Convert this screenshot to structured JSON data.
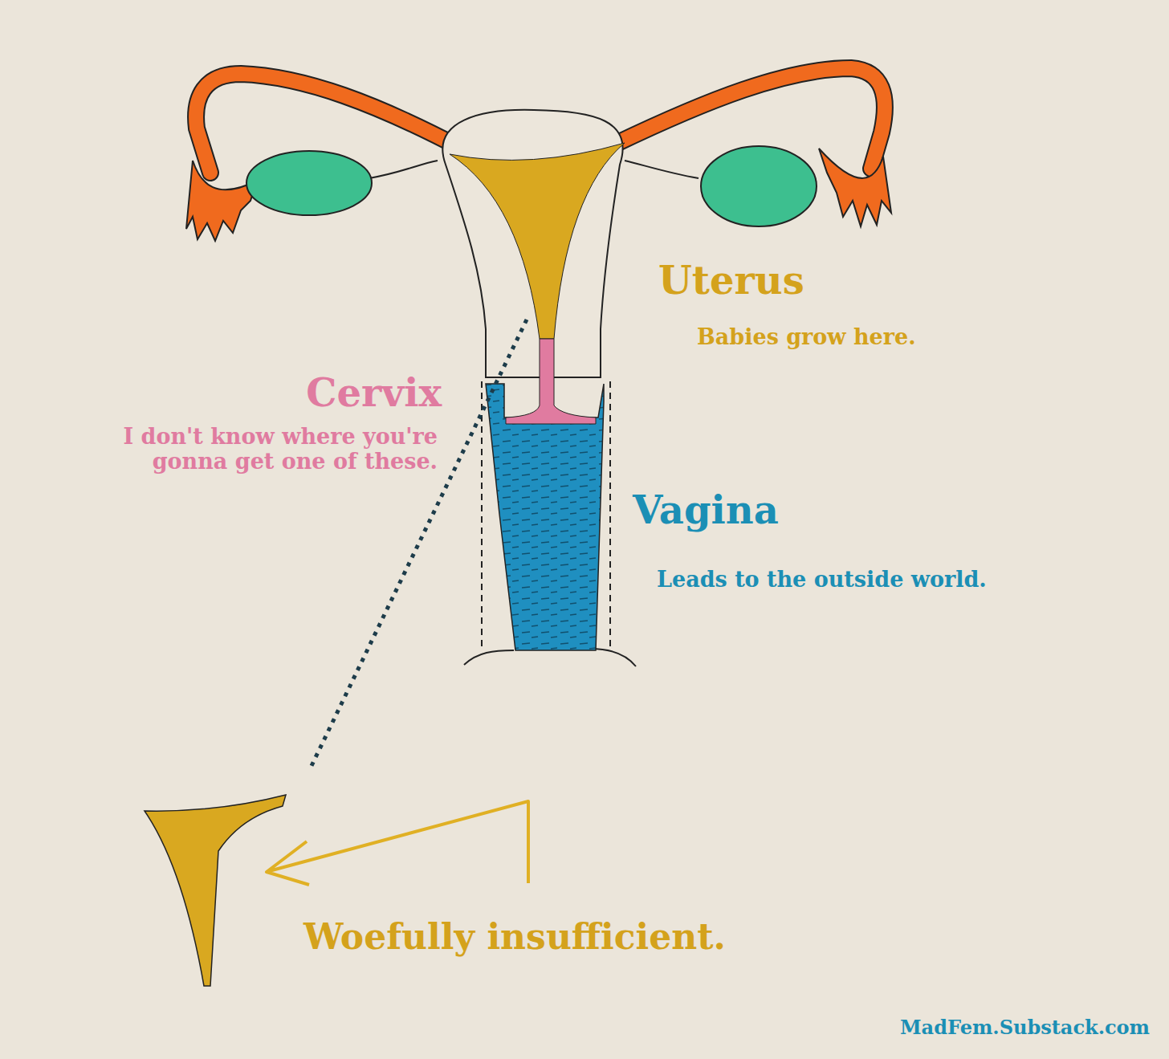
{
  "diagram": {
    "labels": [
      "Uterus",
      "Babies grow here.",
      "Cervix",
      "I don't know where you're gonna get one of these.",
      "Vagina",
      "Leads to the outside world.",
      "Woefully insufficient.",
      "MadFem.Substack.com"
    ]
  }
}
